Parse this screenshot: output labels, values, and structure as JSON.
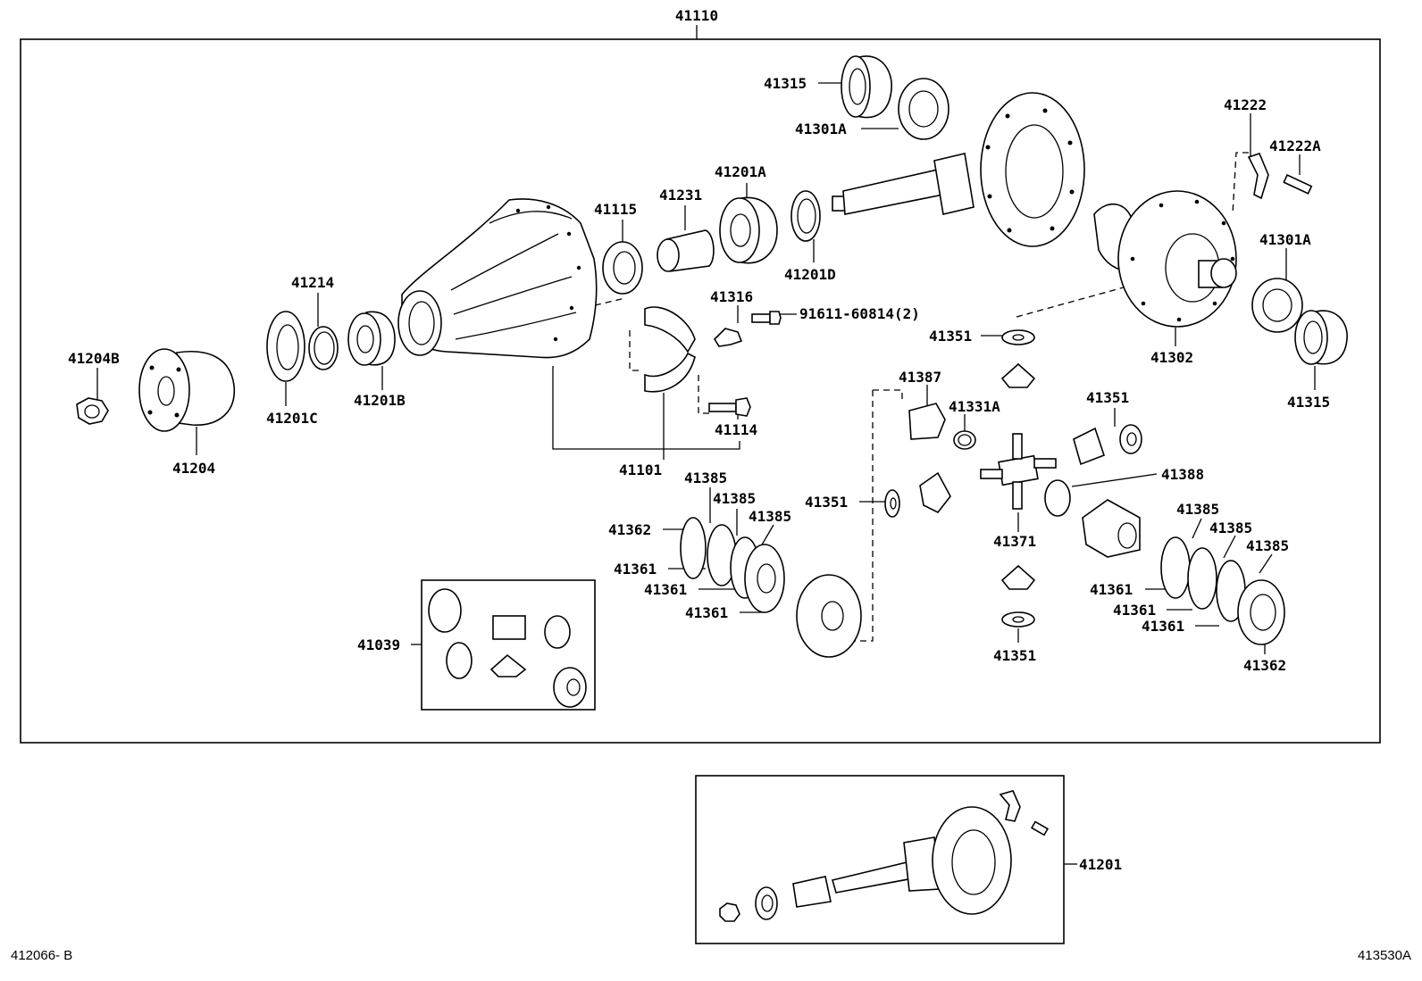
{
  "diagram": {
    "labels": {
      "assembly_top": "41110",
      "p41204B": "41204B",
      "p41204": "41204",
      "p41201C": "41201C",
      "p41214": "41214",
      "p41201B": "41201B",
      "p41115": "41115",
      "p41231": "41231",
      "p41201A": "41201A",
      "p41201D": "41201D",
      "p41316": "41316",
      "p91611": "91611-60814(2)",
      "p41114": "41114",
      "p41101": "41101",
      "p41315_top": "41315",
      "p41301A_top": "41301A",
      "p41222": "41222",
      "p41222A": "41222A",
      "p41301A_right": "41301A",
      "p41302": "41302",
      "p41315_right": "41315",
      "p41351_a": "41351",
      "p41387": "41387",
      "p41331A": "41331A",
      "p41351_b": "41351",
      "p41388": "41388",
      "p41351_c": "41351",
      "p41371": "41371",
      "p41351_d": "41351",
      "p41385_l1": "41385",
      "p41385_l2": "41385",
      "p41385_l3": "41385",
      "p41362_l": "41362",
      "p41361_l1": "41361",
      "p41361_l2": "41361",
      "p41361_l3": "41361",
      "p41385_r1": "41385",
      "p41385_r2": "41385",
      "p41385_r3": "41385",
      "p41361_r1": "41361",
      "p41361_r2": "41361",
      "p41361_r3": "41361",
      "p41362_r": "41362",
      "p41039": "41039",
      "p41201": "41201"
    },
    "footer": {
      "left_code": "412066- B",
      "right_code": "413530A"
    }
  }
}
